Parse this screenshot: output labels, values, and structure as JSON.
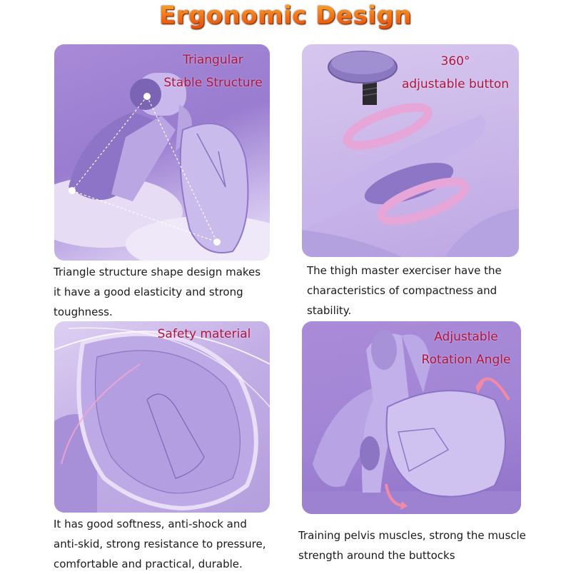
{
  "header": {
    "title": "Ergonomic Design"
  },
  "colors": {
    "title_gradient_top": "#f9b02c",
    "title_gradient_bottom": "#e24a0c",
    "label_color": "#b0143c",
    "caption_color": "#1a1a1a",
    "panel_purple": "#a88ad8",
    "accent_pink": "#e8a0d8"
  },
  "features": [
    {
      "label_lines": [
        "Triangular",
        "Stable Structure"
      ],
      "image": "thigh-master-triangle-structure",
      "caption_lines": [
        "Triangle structure shape design makes",
        "it have a good elasticity and strong",
        "toughness."
      ]
    },
    {
      "label_lines": [
        "360°",
        "adjustable button"
      ],
      "image": "exploded-adjustable-knob",
      "caption_lines": [
        "The thigh master exerciser have the",
        "characteristics of compactness and",
        "stability."
      ]
    },
    {
      "label_lines": [
        "Safety material"
      ],
      "image": "pad-closeup-safety-material",
      "caption_lines": [
        "It has good softness, anti-shock and",
        "anti-skid, strong resistance to pressure,",
        "comfortable and practical, durable."
      ]
    },
    {
      "label_lines": [
        "Adjustable",
        "Rotation Angle"
      ],
      "image": "rotation-angle-arrows",
      "caption_lines": [
        "Training pelvis muscles, strong the muscle",
        "strength around the buttocks"
      ]
    }
  ]
}
